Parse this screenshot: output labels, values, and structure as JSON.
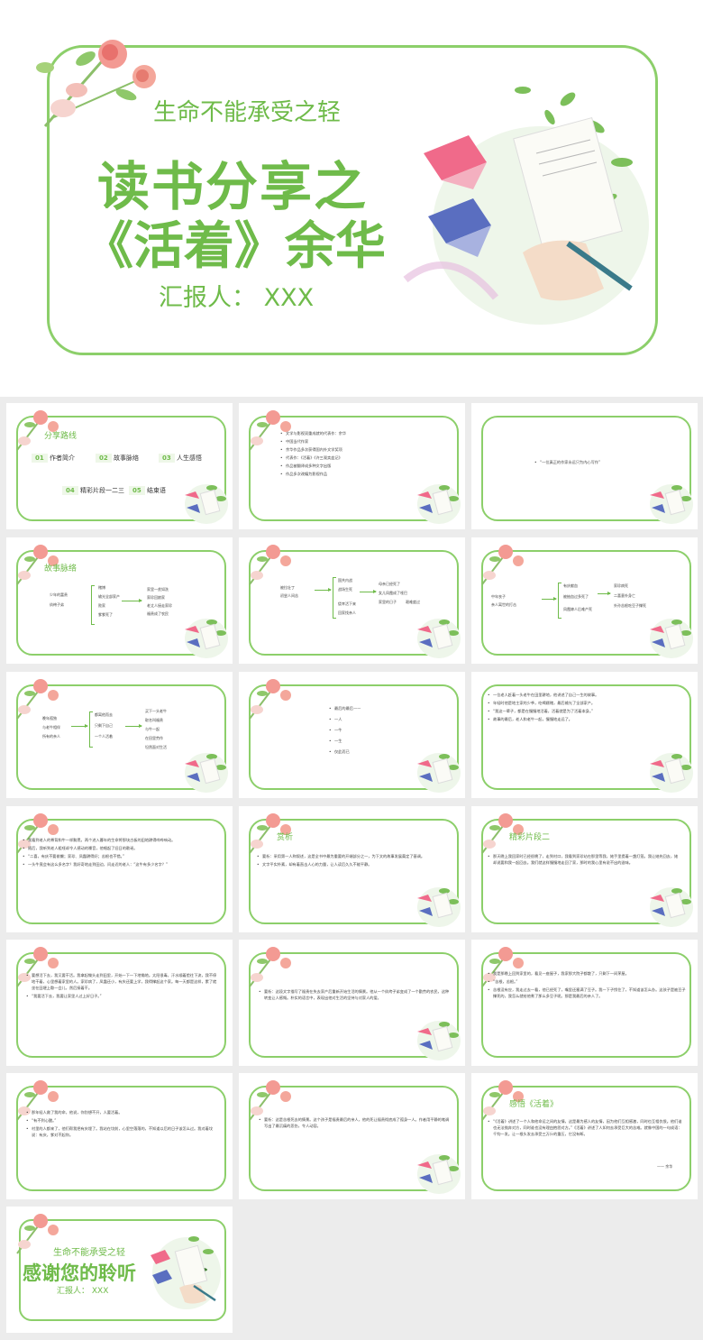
{
  "cover": {
    "subtitle": "生命不能承受之轻",
    "title1": "读书分享之",
    "title2": "《活着》余华",
    "reporter": "汇报人： XXX"
  },
  "toc": {
    "title": "分享路线",
    "items": [
      {
        "num": "01",
        "label": "作者简介"
      },
      {
        "num": "02",
        "label": "故事脉络"
      },
      {
        "num": "03",
        "label": "人生感悟"
      },
      {
        "num": "04",
        "label": "精彩片段一二三"
      },
      {
        "num": "05",
        "label": "结束语"
      }
    ]
  },
  "author": {
    "items": [
      "文学与影视双重成就的代表作：余华",
      "中国当代作家",
      "余华作品多次获得国内外文学奖项",
      "代表作：《活着》《许三观卖血记》",
      "作品被翻译成多种文字出版",
      "作品多次改编为影视作品"
    ]
  },
  "quote1": {
    "text": "“一位真正的作家永远只为内心写作”"
  },
  "story1": {
    "title": "故事脉络",
    "left": [
      "少年的富贵",
      "纨绔子弟"
    ],
    "mid": [
      "赌博",
      "输光全部家产",
      "败家",
      "爹爹死了"
    ],
    "right": [
      "家里一贫如洗",
      "家珍回娘家",
      "老丈人接走家珍",
      "福贵成了农民"
    ]
  },
  "story2": {
    "left": [
      "被拉壮丁",
      "初尝人间苦"
    ],
    "mid": [
      "国共内战",
      "战场生死",
      "侥幸活下来",
      "回家找亲人"
    ],
    "right": [
      "母亲已经死了",
      "女儿凤霞成了哑巴",
      "家里的日子",
      "艰难度过"
    ]
  },
  "story3": {
    "left": [
      "中年丧子",
      "亲人离世的打击"
    ],
    "mid": [
      "有庆献血",
      "被抽血过多死了",
      "凤霞嫁人后难产死"
    ],
    "right": [
      "家珍病死",
      "二喜意外身亡",
      "外孙苦根吃豆子撑死"
    ]
  },
  "story4": {
    "left": [
      "晚年孤独",
      "与老牛相伴",
      "所有的亲人"
    ],
    "mid": [
      "都离他而去",
      "只剩下自己",
      "一个人活着"
    ],
    "right": [
      "买下一头老牛",
      "取名叫福贵",
      "与牛一起",
      "在田里劳作",
      "坦然面对生活"
    ]
  },
  "ending": {
    "items": [
      "最后的最后——",
      "一人",
      "一牛",
      "一生",
      "仅此而已"
    ]
  },
  "para1": {
    "items": [
      "一位老人赶着一头老牛在田里耕地，他讲述了自己一生的故事。",
      "年轻时他是地主家的少爷，吃喝嫖赌，最后输光了全部家产。",
      "“我这一辈子，都是在慢慢地活着，活着就是为了活着本身。”",
      "故事的最后，老人和老牛一起，慢慢地走远了。"
    ]
  },
  "para2": {
    "items": [
      "我看到老人的脊背和牛一样黝黑，两个进入暮年的生命将那块古板的田地耕得哗哗响动。",
      "随后，我听到老人粗哑却令人感动的嗓音，他唱起了旧日的歌谣。",
      "“二喜，有庆不要偷懒；家珍、凤霞耕得好；苦根也不错。”",
      "一头牛竟会有这么多名字？我好奇地走到田边，问走近的老人：“这牛有多少名字？”"
    ]
  },
  "appreciation1": {
    "title": "赏析",
    "items": [
      "要析：采用第一人称叙述，这是全书中最为重要的开端部分之一，为下文的故事发展奠定了基调。",
      "文字平实朴素，却有着直击人心的力量，让人读后久久不能平静。"
    ]
  },
  "excerpt2": {
    "title": "精彩片段二",
    "items": [
      "那天晚上我回家时已经很晚了，走到村口，我看到家珍站在那里等我，她手里提着一盏灯笼。我让她先回去，她却说要和我一起回去。我们就这样慢慢地走回了家，那时的我心里有说不出的滋味。"
    ]
  },
  "para3": {
    "items": [
      "要想活下去，我又要干活。我拿起锄头走到田里，开始一下一下地锄地。太阳很毒，汗水顺着脸往下流，我不停地干着，心里想着家里的人。家珍病了，凤霞还小，有庆还要上学，我得撑起这个家。每一天都是这样，累了就坐在田埂上歇一会儿，然后接着干。",
      "“我要活下去，我要让家里人过上好日子。”"
    ]
  },
  "appreciation2": {
    "items": [
      "要析：这段文字描写了福贵在失去家产后重新开始生活的情景。他从一个纨绔子弟变成了一个勤劳的农民，这种转变让人感慨。朴实的语言中，表现出他对生活的坚持与对家人的爱。"
    ]
  },
  "para4": {
    "items": [
      "我是那晚上回到家里的，看见一座屋子，我家那大院子都散了，只剩下一间茅屋。",
      "“苦根，苦根。”",
      "苦根没有应，我走过去一看，他已经死了，嘴里还塞满了豆子。我一下子愣住了，不知道该怎么办。这孩子是被豆子撑死的，我怎么就给他煮了那么多豆子呢。那是我最后的亲人了。"
    ]
  },
  "para5": {
    "items": [
      "那年轻人救了我的命，他说，你别想不开，人要活着。",
      "“有不到心酸。”",
      "村里的人都来了，他们帮我把有庆埋了。我站在坟前，心里空落落的，不知道以后的日子该怎么过。我对着坟说：有庆，爹对不起你。"
    ]
  },
  "appreciation3": {
    "items": [
      "要析：这是苦根死去的情景。这个孩子是福贵最后的亲人，他的死让福贵彻底成了孤身一人。作者用平静的笔调写出了最沉痛的悲伤，令人动容。"
    ]
  },
  "reflection": {
    "title": "感悟《活着》",
    "items": [
      "“《活着》讲述了一个人和他命运之间的友情，这是最为感人的友情，因为他们互相感激，同时也互相仇恨。他们谁也无法抛弃对方，同时谁也没有理由抱怨对方。”《活着》讲述了人如何去承受巨大的苦难。就像中国的一句成语：千钧一发。让一根头发去承受三万斤的重压，它没有断。"
    ],
    "sign": "—— 余华"
  },
  "thanks": {
    "subtitle": "生命不能承受之轻",
    "title": "感谢您的聆听",
    "reporter": "汇报人： XXX"
  },
  "colors": {
    "green": "#6fbb4a",
    "frame": "#8ccf6a",
    "pink": "#f08a8a",
    "leaf": "#7cbf5a"
  }
}
